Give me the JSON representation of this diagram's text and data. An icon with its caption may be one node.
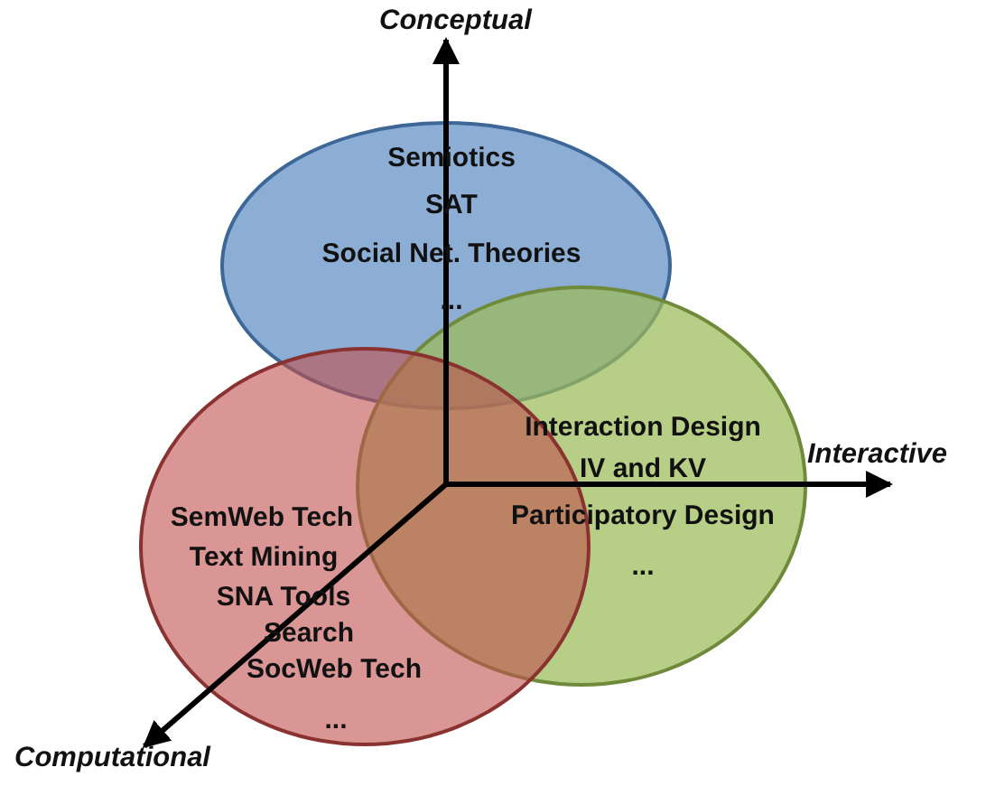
{
  "diagram": {
    "nodes": [
      {
        "text": [
          "Semiotics",
          "SAT",
          "Social Net. Theories",
          "..."
        ]
      },
      {
        "text": [
          "Interaction Design",
          "IV and KV",
          "Participatory Design",
          "..."
        ]
      },
      {
        "text": [
          "SemWeb Tech",
          "Text Mining",
          "SNA Tools",
          "Search",
          "SocWeb Tech",
          "..."
        ]
      }
    ],
    "labels": [
      "Conceptual",
      "Interactive",
      "Computational"
    ]
  }
}
